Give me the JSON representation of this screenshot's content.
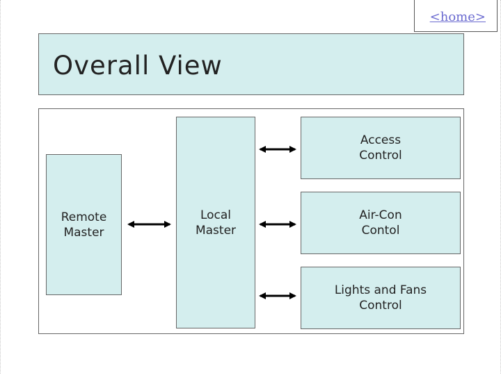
{
  "home": {
    "label": "<home>"
  },
  "title": "Overall View",
  "nodes": {
    "remote_master": "Remote\nMaster",
    "local_master": "Local\nMaster",
    "access_control": "Access\nControl",
    "aircon_control": "Air-Con\nContol",
    "lights_fans_control": "Lights and Fans\nControl"
  },
  "colors": {
    "box_fill": "#d4eeee",
    "border": "#666666",
    "link": "#6a6ad0"
  }
}
